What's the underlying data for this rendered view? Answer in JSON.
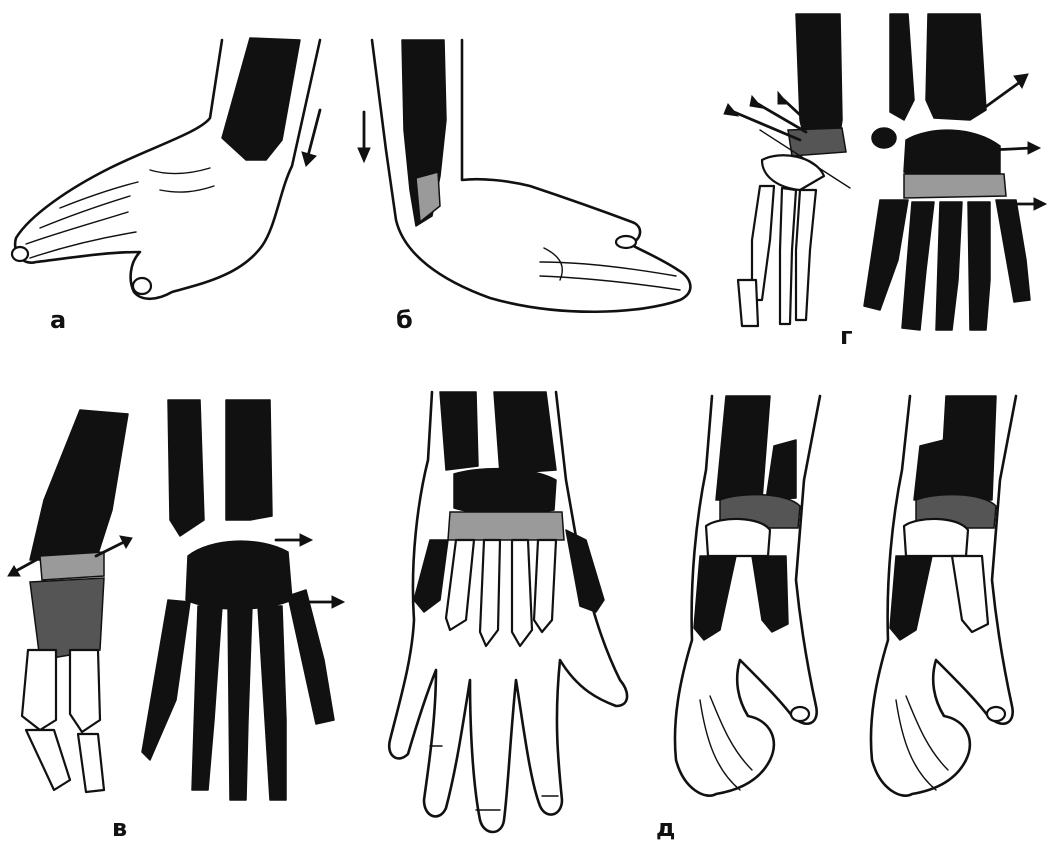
{
  "figure": {
    "panel_labels": {
      "a": "а",
      "b": "б",
      "v": "в",
      "g": "г",
      "d": "д"
    }
  }
}
